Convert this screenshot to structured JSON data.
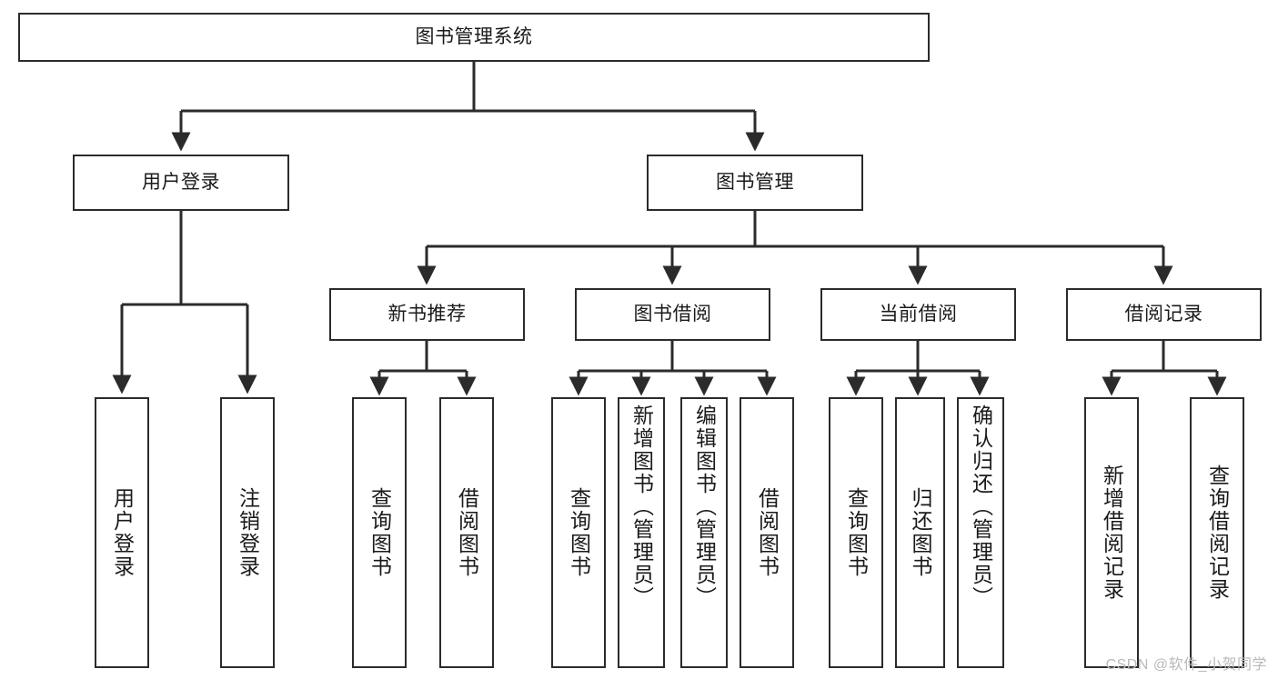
{
  "diagram": {
    "type": "tree-hierarchy",
    "title": "图书管理系统",
    "colors": {
      "box_stroke": "#2b2b2b",
      "box_fill": "#ffffff",
      "line": "#2b2b2b",
      "text": "#1a1a1a",
      "watermark": "#b9b9b9",
      "background": "#ffffff"
    },
    "root": {
      "label": "图书管理系统"
    },
    "level2": [
      {
        "label": "用户登录"
      },
      {
        "label": "图书管理"
      }
    ],
    "level3": [
      {
        "label": "新书推荐"
      },
      {
        "label": "图书借阅"
      },
      {
        "label": "当前借阅"
      },
      {
        "label": "借阅记录"
      }
    ],
    "leaves": {
      "user_login": [
        {
          "label": "用户登录"
        },
        {
          "label": "注销登录"
        }
      ],
      "new_book_recommend": [
        {
          "label": "查询图书"
        },
        {
          "label": "借阅图书"
        }
      ],
      "book_borrow": [
        {
          "label": "查询图书"
        },
        {
          "label": "新增图书（管理员）"
        },
        {
          "label": "编辑图书（管理员）"
        },
        {
          "label": "借阅图书"
        }
      ],
      "current_borrow": [
        {
          "label": "查询图书"
        },
        {
          "label": "归还图书"
        },
        {
          "label": "确认归还（管理员）"
        }
      ],
      "borrow_records": [
        {
          "label": "新增借阅记录"
        },
        {
          "label": "查询借阅记录"
        }
      ]
    }
  },
  "watermark": {
    "text": "CSDN @软件_小贺同学"
  }
}
